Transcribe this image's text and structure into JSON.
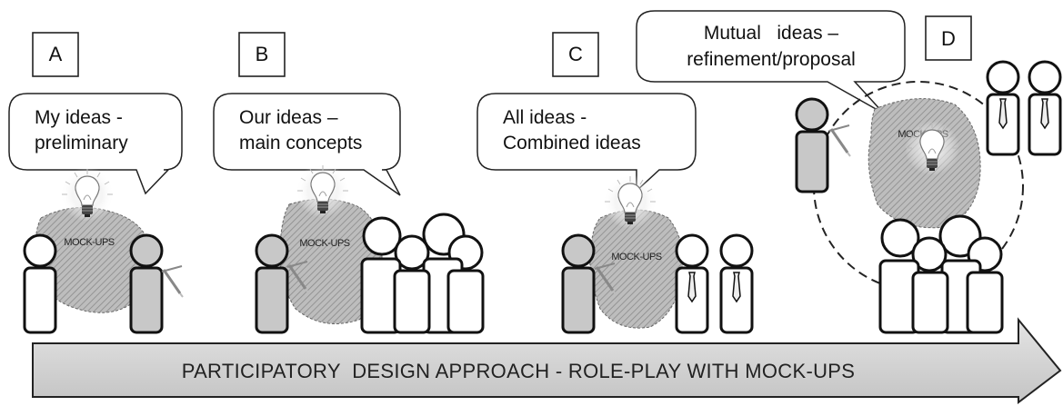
{
  "stages": [
    {
      "letter": "A",
      "bubble_lines": [
        "My ideas -",
        "preliminary"
      ],
      "mockup_label": "MOCK-UPS"
    },
    {
      "letter": "B",
      "bubble_lines": [
        "Our ideas –",
        "main concepts"
      ],
      "mockup_label": "MOCK-UPS"
    },
    {
      "letter": "C",
      "bubble_lines": [
        "All ideas -",
        "Combined ideas"
      ],
      "mockup_label": "MOCK-UPS"
    },
    {
      "letter": "D",
      "bubble_lines": [
        "Mutual   ideas –",
        "refinement/proposal"
      ],
      "mockup_label": "MOCK-UPS"
    }
  ],
  "arrow_label": "PARTICIPATORY  DESIGN APPROACH - ROLE-PLAY WITH MOCK-UPS",
  "colors": {
    "outline": "#111111",
    "designer_fill": "#c8c8c8",
    "mockup_fill": "#bdbdbd",
    "arrow_fill": "#d2d2d2"
  },
  "icons": [
    "lightbulb-icon",
    "pen-icon",
    "tie-icon"
  ]
}
